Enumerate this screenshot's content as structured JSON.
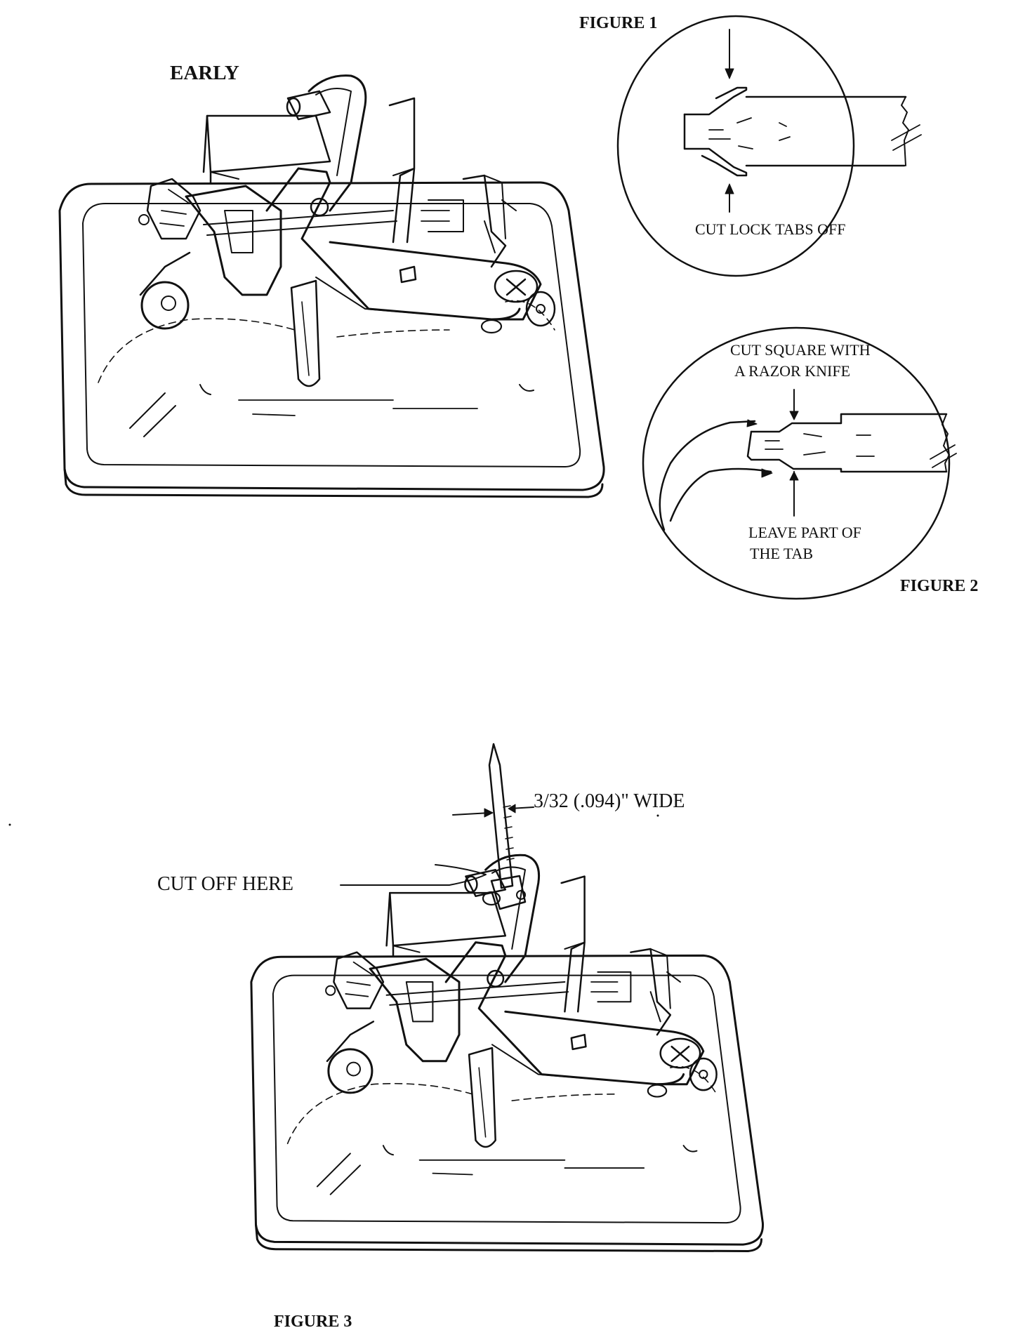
{
  "labels": {
    "early": "EARLY",
    "figure1": "FIGURE 1",
    "figure2": "FIGURE 2",
    "figure3": "FIGURE 3",
    "cut_lock_tabs": "CUT LOCK TABS OFF",
    "cut_square_1": "CUT SQUARE WITH",
    "cut_square_2": "A RAZOR KNIFE",
    "leave_part_1": "LEAVE PART OF",
    "leave_part_2": "THE TAB",
    "width_note": "3/32 (.094)\" WIDE",
    "cut_off_here": "CUT OFF HERE"
  }
}
